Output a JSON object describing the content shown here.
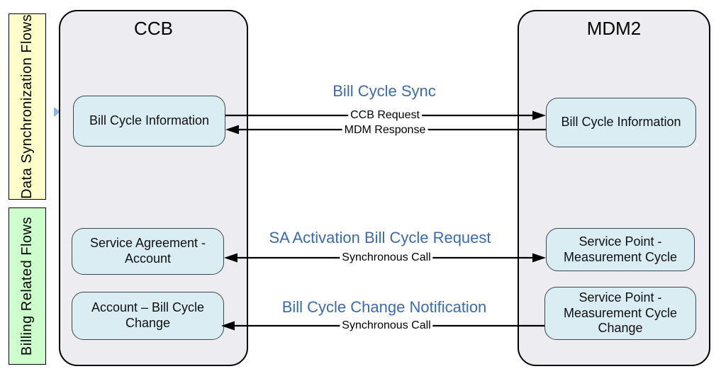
{
  "sidebar_labels": [
    {
      "label": "Data Synchronization Flows",
      "color": "#ffffcc"
    },
    {
      "label": "Billing Related Flows",
      "color": "#ccffcc"
    }
  ],
  "systems": [
    {
      "title": "CCB",
      "nodes": [
        {
          "label": "Bill Cycle Information"
        },
        {
          "label": "Service Agreement - Account"
        },
        {
          "label": "Account – Bill Cycle Change"
        }
      ]
    },
    {
      "title": "MDM2",
      "nodes": [
        {
          "label": "Bill Cycle Information"
        },
        {
          "label": "Service Point - Measurement Cycle"
        },
        {
          "label": "Service Point - Measurement Cycle Change"
        }
      ]
    }
  ],
  "flows": [
    {
      "title": "Bill Cycle Sync",
      "request_label": "CCB Request",
      "response_label": "MDM Response"
    },
    {
      "title": "SA Activation Bill Cycle Request",
      "call_label": "Synchronous Call"
    },
    {
      "title": "Bill Cycle Change Notification",
      "call_label": "Synchronous Call"
    }
  ],
  "colors": {
    "container_fill": "#ececf1",
    "node_fill": "#d9edf3",
    "flow_title_blue": "#3a6bb0",
    "sidebar_yellow": "#ffffcc",
    "sidebar_green": "#ccffcc",
    "arrow_black": "#000000",
    "pointer_triangle_blue": "#8db4e2"
  }
}
